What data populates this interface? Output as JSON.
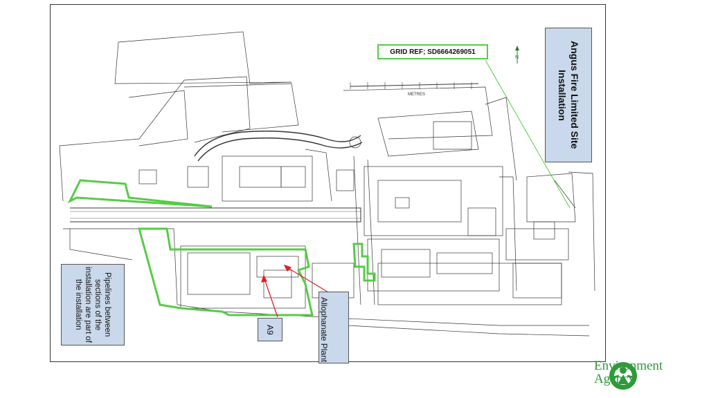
{
  "site_title": "Angus Fire Limited Site Installation",
  "grid_ref": "GRID REF; SD6664269051",
  "north_label": "N",
  "pipeline_note": "Pipelines between sections of the installation are part of the installation",
  "label_a9": "A9",
  "label_allophanate": "Allophanate Plant",
  "scale_label": "METRES",
  "logo": {
    "line1": "Environment",
    "line2": "Agency",
    "color": "#2f9a3a",
    "icon": "environment-agency-logo-icon"
  },
  "colors": {
    "boundary": "#55cc44",
    "callout_fill": "#c9d8ea",
    "arrow": "#dd2222"
  }
}
